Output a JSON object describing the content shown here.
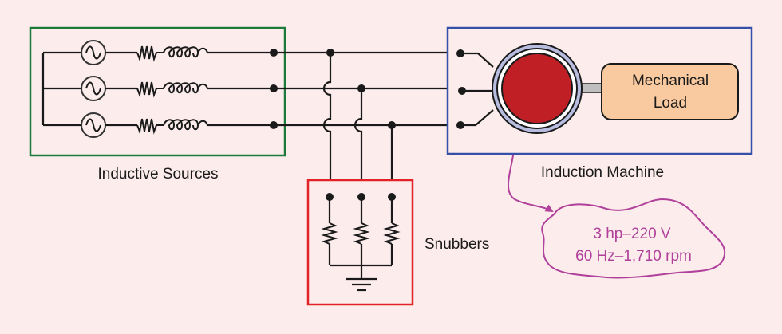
{
  "diagram": {
    "title": "Induction machine test circuit with inductive sources and snubbers",
    "colors": {
      "background": "#fcecec",
      "sources_box": "#1e7a3a",
      "machine_box": "#3550a8",
      "snubbers_box": "#e32228",
      "rotor": "#c01f26",
      "stator_ring": "#b8bde0",
      "load_fill": "#f9c9a0",
      "annotation": "#b0409a",
      "wire": "#1a1a1a"
    },
    "blocks": {
      "sources": {
        "label": "Inductive Sources",
        "phases": 3,
        "components": [
          "ac-source",
          "resistor",
          "inductor"
        ]
      },
      "machine": {
        "label": "Induction Machine",
        "load_label_line1": "Mechanical",
        "load_label_line2": "Load"
      },
      "snubbers": {
        "label": "Snubbers",
        "components": [
          "resistor",
          "resistor",
          "resistor",
          "ground"
        ]
      }
    },
    "annotation": {
      "line1": "3 hp–220 V",
      "line2": "60 Hz–1,710 rpm"
    }
  }
}
